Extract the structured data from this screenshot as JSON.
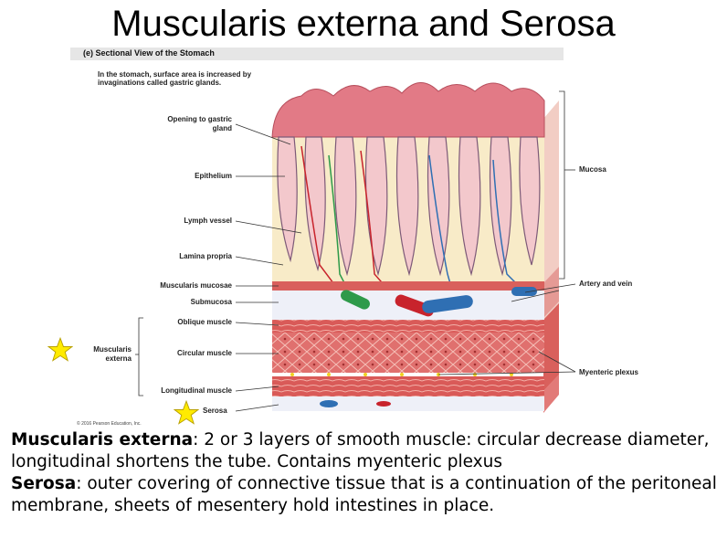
{
  "title": "Muscularis externa and Serosa",
  "figure": {
    "header": "(e) Sectional View of the Stomach",
    "intro": "In the stomach, surface area is increased by invaginations called gastric glands.",
    "labels": {
      "opening": "Opening to gastric gland",
      "epithelium": "Epithelium",
      "lymph": "Lymph vessel",
      "lamina": "Lamina propria",
      "musc_mucosae": "Muscularis mucosae",
      "submucosa": "Submucosa",
      "oblique": "Oblique muscle",
      "circular": "Circular muscle",
      "longitudinal": "Longitudinal muscle",
      "serosa": "Serosa",
      "mucosa": "Mucosa",
      "artery_vein": "Artery and vein",
      "myenteric": "Myenteric plexus",
      "muscularis_externa": "Muscularis externa"
    },
    "copyright": "© 2016 Pearson Education, Inc."
  },
  "text": {
    "p1_term": "Muscularis externa",
    "p1_rest": ": 2 or 3 layers of smooth muscle: circular decrease diameter, longitudinal shortens the tube.  Contains myenteric plexus",
    "p2_term": "Serosa",
    "p2_rest": ": outer covering of connective tissue that is a continuation of the peritoneal membrane, sheets of mesentery hold intestines in place."
  },
  "colors": {
    "star": "#ffeb00",
    "mucosa_pink": "#e27a86",
    "muscle_red": "#d84848",
    "lamina_cream": "#f8ebc8",
    "artery": "#c8232c",
    "vein": "#2f6fb3",
    "lymph": "#2e9a4a"
  }
}
